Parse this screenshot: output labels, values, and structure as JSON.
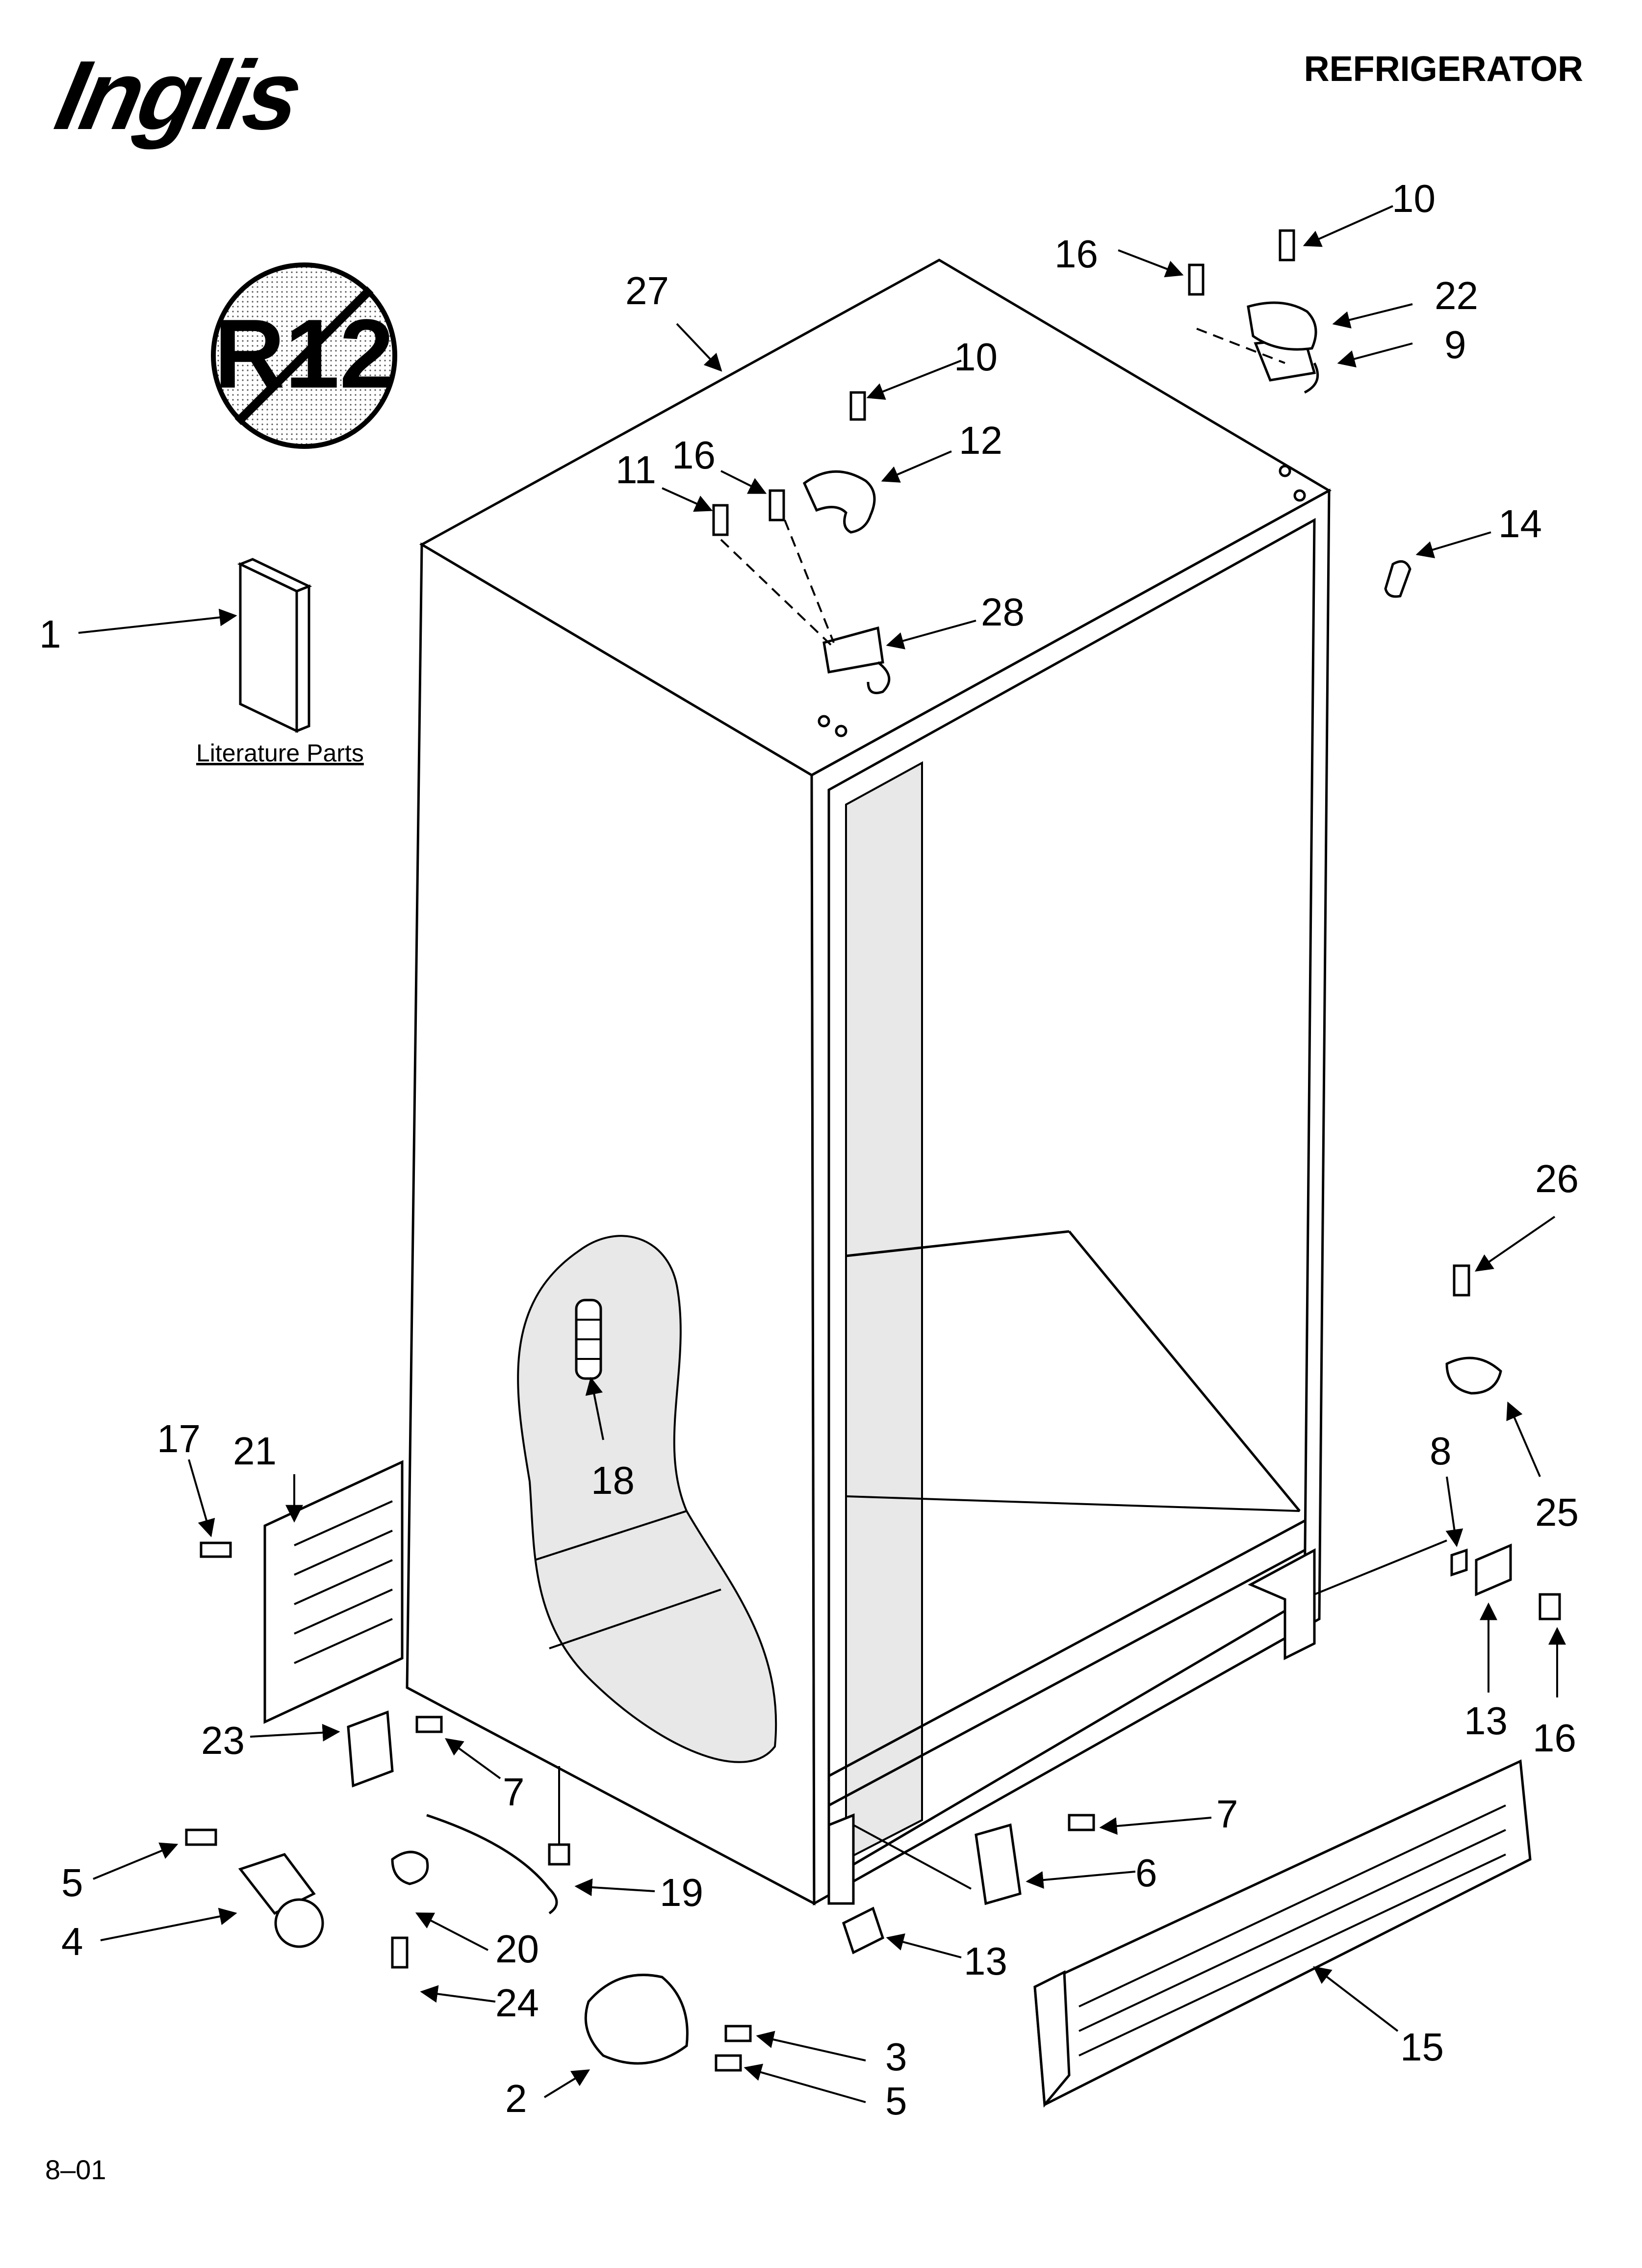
{
  "header": {
    "brand": "Inglis",
    "title": "REFRIGERATOR"
  },
  "badge": {
    "text": "R12"
  },
  "literature": {
    "label": "Literature Parts"
  },
  "footer": {
    "code": "8–01"
  },
  "callouts": [
    {
      "key": "c27",
      "label": "27"
    },
    {
      "key": "c10a",
      "label": "10"
    },
    {
      "key": "c16a",
      "label": "16"
    },
    {
      "key": "c22",
      "label": "22"
    },
    {
      "key": "c9",
      "label": "9"
    },
    {
      "key": "c10b",
      "label": "10"
    },
    {
      "key": "c12",
      "label": "12"
    },
    {
      "key": "c11",
      "label": "11"
    },
    {
      "key": "c16b",
      "label": "16"
    },
    {
      "key": "c14",
      "label": "14"
    },
    {
      "key": "c28",
      "label": "28"
    },
    {
      "key": "c1",
      "label": "1"
    },
    {
      "key": "c26",
      "label": "26"
    },
    {
      "key": "c17",
      "label": "17"
    },
    {
      "key": "c21",
      "label": "21"
    },
    {
      "key": "c18",
      "label": "18"
    },
    {
      "key": "c8",
      "label": "8"
    },
    {
      "key": "c25",
      "label": "25"
    },
    {
      "key": "c13a",
      "label": "13"
    },
    {
      "key": "c16c",
      "label": "16"
    },
    {
      "key": "c23",
      "label": "23"
    },
    {
      "key": "c7a",
      "label": "7"
    },
    {
      "key": "c7b",
      "label": "7"
    },
    {
      "key": "c5a",
      "label": "5"
    },
    {
      "key": "c19",
      "label": "19"
    },
    {
      "key": "c6",
      "label": "6"
    },
    {
      "key": "c4",
      "label": "4"
    },
    {
      "key": "c20",
      "label": "20"
    },
    {
      "key": "c13b",
      "label": "13"
    },
    {
      "key": "c24",
      "label": "24"
    },
    {
      "key": "c3",
      "label": "3"
    },
    {
      "key": "c2",
      "label": "2"
    },
    {
      "key": "c15",
      "label": "15"
    },
    {
      "key": "c5b",
      "label": "5"
    }
  ]
}
